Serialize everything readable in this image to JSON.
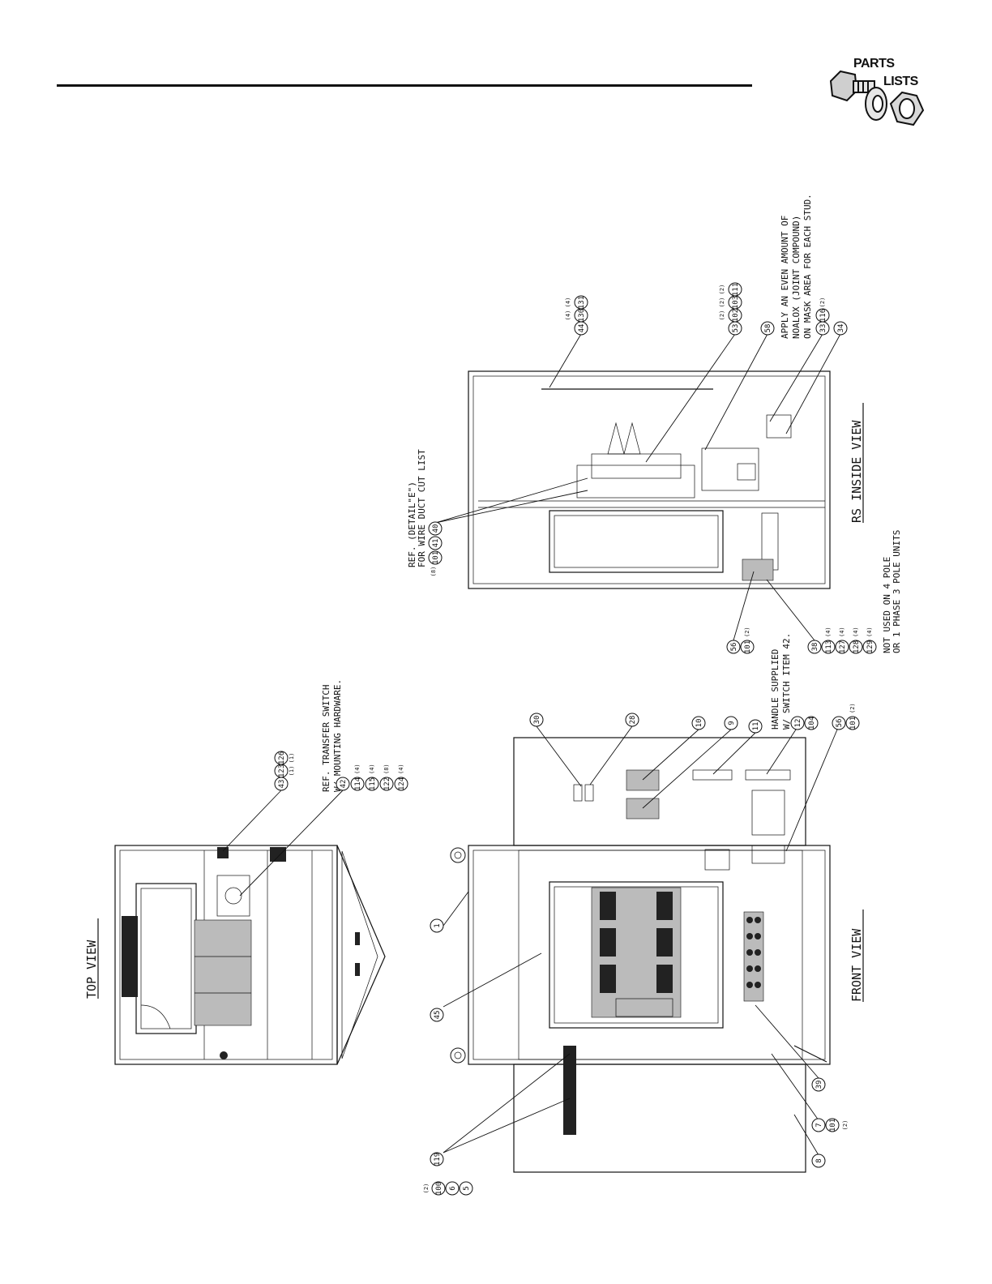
{
  "header": {
    "logo_line1": "PARTS",
    "logo_line2": "LISTS"
  },
  "views": {
    "top_view_title": "TOP VIEW",
    "front_view_title": "FRONT VIEW",
    "rs_inside_view_title": "RS INSIDE VIEW"
  },
  "notes": {
    "ref_switch_line1": "REF. TRANSFER SWITCH",
    "ref_switch_line2": "W/ MOUNTING HARDWARE.",
    "handle_line1": "HANDLE SUPPLIED",
    "handle_line2": "W/ SWITCH ITEM 42.",
    "ref_detail_line1": "REF. (DETAIL\"E\")",
    "ref_detail_line2": "FOR WIRE DUCT CUT LIST",
    "apply_line1": "APPLY AN EVEN AMOUNT OF",
    "apply_line2": "NOALOX (JOINT COMPOUND)",
    "apply_line3": "ON MASK AREA FOR EACH STUD.",
    "not_used_line1": "NOT USED ON 4 POLE",
    "not_used_line2": "OR 1 PHASE 3 POLE UNITS"
  },
  "callouts": {
    "n43": "43",
    "n123": "123",
    "n126": "126",
    "q123": "(1)",
    "q126": "(1)",
    "n42": "42",
    "n114": "114",
    "n115": "115",
    "n122": "122",
    "n124": "124",
    "q114": "(4)",
    "q115": "(4)",
    "q122": "(8)",
    "q124": "(4)",
    "n1": "1",
    "n45": "45",
    "n119": "119",
    "n100": "100",
    "n6": "6",
    "n5": "5",
    "q100": "(2)",
    "n30": "30",
    "n28": "28",
    "n10": "10",
    "n9": "9",
    "n11": "11",
    "n12": "12",
    "n104": "104",
    "n56a": "56",
    "n101a": "101",
    "q101a": "(2)",
    "n39": "39",
    "n7": "7",
    "n101b": "101",
    "q101b": "(2)",
    "n8": "8",
    "n101c": "101",
    "n41": "41",
    "n40": "40",
    "q101c": "(8)",
    "n44": "44",
    "n130": "130",
    "n131": "131",
    "q130": "(4)",
    "q131": "(4)",
    "n53": "53",
    "n102": "102",
    "n103": "103",
    "n111": "111",
    "q102": "(2)",
    "q103": "(2)",
    "q111": "(2)",
    "n58": "58",
    "n33": "33",
    "n116": "116",
    "q116": "(2)",
    "n34": "34",
    "n56b": "56",
    "n101d": "101",
    "q101d": "(2)",
    "n38": "38",
    "n113": "113",
    "n127": "127",
    "n128": "128",
    "n129": "129",
    "q113": "(4)",
    "q127": "(4)",
    "q128": "(4)",
    "q129": "(4)"
  }
}
